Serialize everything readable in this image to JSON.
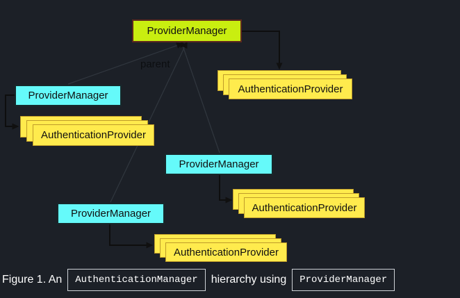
{
  "figure": {
    "root_node": {
      "label": "ProviderManager"
    },
    "edge_label": "parent",
    "manager_nodes": [
      {
        "label": "ProviderManager"
      },
      {
        "label": "ProviderManager"
      },
      {
        "label": "ProviderManager"
      }
    ],
    "provider_stacks": [
      {
        "label": "AuthenticationProvider"
      },
      {
        "label": "AuthenticationProvider"
      },
      {
        "label": "AuthenticationProvider"
      },
      {
        "label": "AuthenticationProvider"
      }
    ],
    "colors": {
      "background": "#1c2027",
      "root_fill": "#c9ee10",
      "root_border": "#5f2a1e",
      "manager_fill": "#65fafa",
      "provider_fill": "#ffeb4d",
      "provider_border": "#bf9b2a",
      "connector": "#0e0e0e",
      "parent_line": "#31373f"
    }
  },
  "caption": {
    "prefix": "Figure 1. An",
    "code_1": "AuthenticationManager",
    "middle": "hierarchy using",
    "code_2": "ProviderManager"
  }
}
